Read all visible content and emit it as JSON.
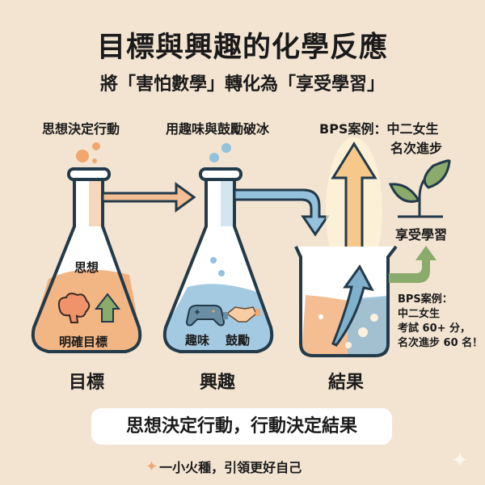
{
  "header": {
    "title": "目標與興趣的化學反應",
    "subtitle": "將「害怕數學」轉化為「享受學習」"
  },
  "steps": [
    {
      "caption": "思想決定行動",
      "label": "目標",
      "inner_top": "思想",
      "inner_bottom": "明確目標",
      "color": "#f0a86e"
    },
    {
      "caption": "用趣味與鼓勵破冰",
      "label": "興趣",
      "inner_left": "趣味",
      "inner_right": "鼓勵",
      "color": "#94c1dc"
    },
    {
      "caption_line1": "BPS案例：中二女生",
      "caption_line2": "名次進步",
      "label": "結果"
    }
  ],
  "growth": {
    "label": "享受學習",
    "color": "#8aab6b"
  },
  "case_study": {
    "lines": [
      "BPS案例：",
      "中二女生",
      "考試 60+ 分，",
      "名次進步 60 名！"
    ]
  },
  "footer": {
    "motto": "思想決定行動，行動決定結果",
    "spark_text": "一小火種，引領更好自己"
  },
  "icons": [
    "brain-icon",
    "up-arrow-icon",
    "gamepad-icon",
    "handshake-icon",
    "sprout-icon",
    "sparkle-icon"
  ],
  "colors": {
    "background": "#f3e4d2",
    "outline": "#223a4a",
    "orange": "#f0a86e",
    "blue": "#94c1dc",
    "green": "#8aab6b"
  }
}
